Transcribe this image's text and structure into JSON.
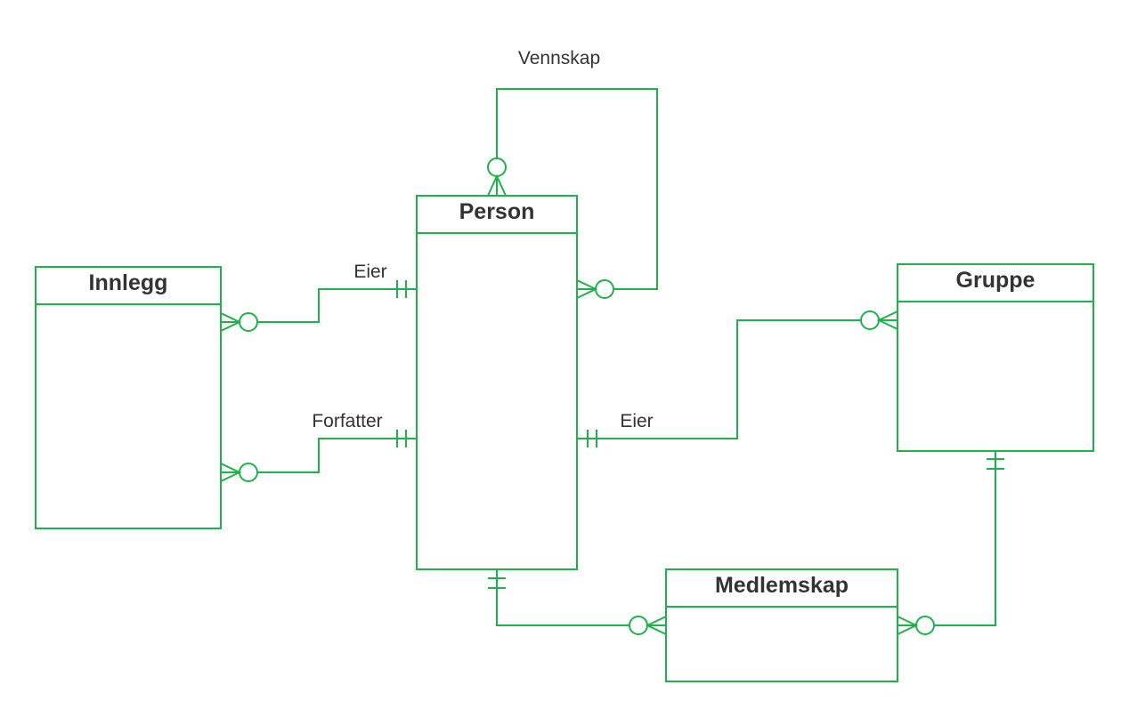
{
  "diagram": {
    "line_color": "#1db34a",
    "text_color": "#333333",
    "entities": {
      "person": "Person",
      "innlegg": "Innlegg",
      "gruppe": "Gruppe",
      "medlemskap": "Medlemskap"
    },
    "relationships": {
      "vennskap": "Vennskap",
      "eier_innlegg": "Eier",
      "forfatter": "Forfatter",
      "eier_gruppe": "Eier"
    }
  }
}
